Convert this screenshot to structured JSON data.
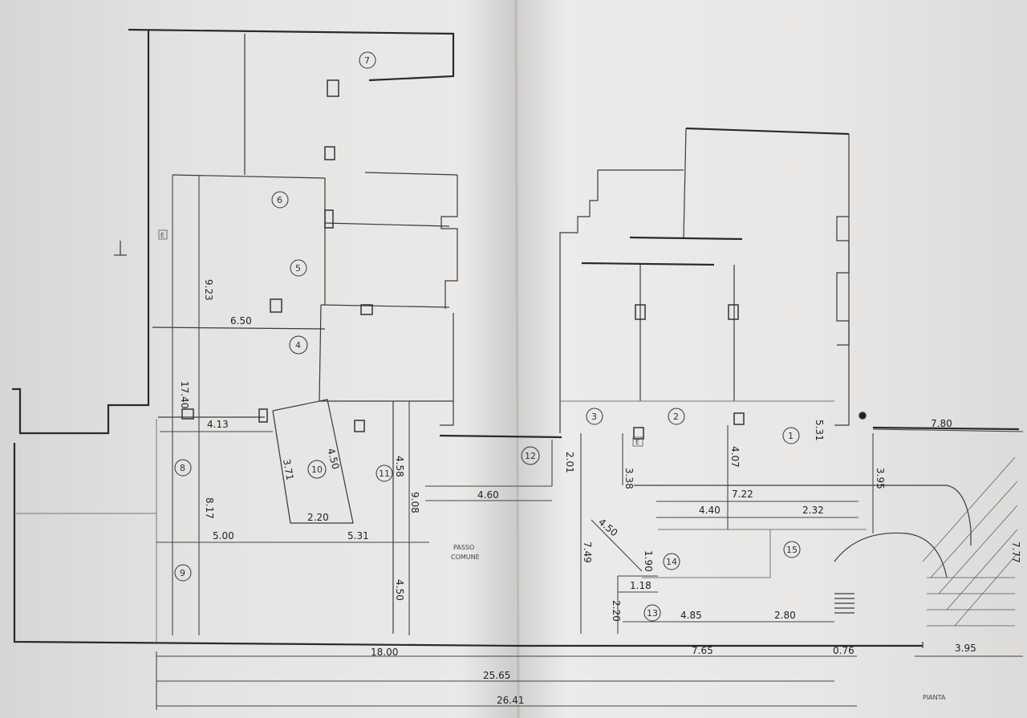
{
  "plan": {
    "room_numbers": [
      "1",
      "2",
      "3",
      "4",
      "5",
      "6",
      "7",
      "8",
      "9",
      "10",
      "11",
      "12",
      "13",
      "14",
      "15"
    ],
    "dimensions": {
      "d_6_50": "6.50",
      "d_17_40": "17.40",
      "d_9_23": "9.23",
      "d_4_13": "4.13",
      "d_8_17": "8.17",
      "d_3_71": "3.71",
      "d_4_50_diag": "4.50",
      "d_2_20_a": "2.20",
      "d_4_58": "4.58",
      "d_9_08": "9.08",
      "d_5_00": "5.00",
      "d_5_31_a": "5.31",
      "d_4_50_v": "4.50",
      "d_4_60": "4.60",
      "d_2_01": "2.01",
      "d_7_49": "7.49",
      "d_3_38": "3.38",
      "d_4_07": "4.07",
      "d_5_31_b": "5.31",
      "d_7_80": "7.80",
      "d_3_95_a": "3.95",
      "d_7_22": "7.22",
      "d_4_40": "4.40",
      "d_2_32": "2.32",
      "d_4_50_arc": "4.50",
      "d_1_90": "1.90",
      "d_1_18": "1.18",
      "d_2_20_b": "2.20",
      "d_4_85": "4.85",
      "d_2_80": "2.80",
      "d_7_77": "7.77",
      "d_18_00": "18.00",
      "d_7_65": "7.65",
      "d_0_76": "0.76",
      "d_3_95_b": "3.95",
      "d_25_65": "25.65",
      "d_26_41": "26.41"
    },
    "passage_label_1": "PASSO",
    "passage_label_2": "COMUNE",
    "corner_label": "PIANTA",
    "marker_e": "E",
    "ink_color": "#2a2a2a"
  }
}
